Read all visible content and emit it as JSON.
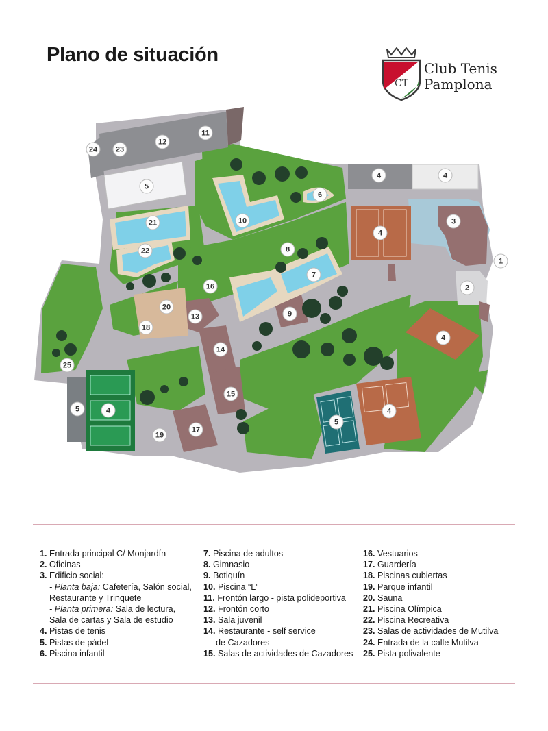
{
  "title": "Plano de situación",
  "logo": {
    "name_line1": "Club Tenis",
    "name_line2": "Pamplona",
    "monogram": "CT",
    "colors": {
      "red": "#c8102e",
      "dark": "#3a3a3a",
      "green": "#2e7d32"
    }
  },
  "colors": {
    "grass": "#5aa23e",
    "path": "#b8b5bb",
    "clay": "#b86a48",
    "building": "#8d8e92",
    "pool": "#7fd0e8",
    "padel": "#1f6f74",
    "paved": "#d7b99b",
    "tree": "#23402b"
  },
  "map_markers": [
    "1",
    "2",
    "3",
    "4",
    "5",
    "6",
    "7",
    "8",
    "9",
    "10",
    "11",
    "12",
    "13",
    "14",
    "15",
    "16",
    "17",
    "18",
    "19",
    "20",
    "21",
    "22",
    "23",
    "24",
    "25"
  ],
  "legend": {
    "col1": {
      "i1": {
        "num": "1.",
        "label": "Entrada principal C/ Monjardín"
      },
      "i2": {
        "num": "2.",
        "label": "Oficinas"
      },
      "i3": {
        "num": "3.",
        "label": "Edificio social:",
        "baja_label": "- Planta baja:",
        "baja_text": " Cafetería, Salón social,",
        "baja_cont": "Restaurante y Trinquete",
        "primera_label": "- Planta primera:",
        "primera_text": " Sala de lectura,",
        "primera_cont": "Sala de cartas y Sala de estudio"
      },
      "i4": {
        "num": "4.",
        "label": "Pistas de tenis"
      },
      "i5": {
        "num": "5.",
        "label": "Pistas de pádel"
      },
      "i6": {
        "num": "6.",
        "label": "Piscina infantil"
      }
    },
    "col2": {
      "i7": {
        "num": "7.",
        "label": "Piscina de adultos"
      },
      "i8": {
        "num": "8.",
        "label": "Gimnasio"
      },
      "i9": {
        "num": "9.",
        "label": "Botiquín"
      },
      "i10": {
        "num": "10.",
        "label": "Piscina “L”"
      },
      "i11": {
        "num": "11.",
        "label": "Frontón largo - pista polideportiva"
      },
      "i12": {
        "num": "12.",
        "label": "Frontón corto"
      },
      "i13": {
        "num": "13.",
        "label": "Sala juvenil"
      },
      "i14": {
        "num": "14.",
        "label": "Restaurante - self service",
        "cont": "de Cazadores"
      },
      "i15": {
        "num": "15.",
        "label": "Salas de actividades de Cazadores"
      }
    },
    "col3": {
      "i16": {
        "num": "16.",
        "label": "Vestuarios"
      },
      "i17": {
        "num": "17.",
        "label": "Guardería"
      },
      "i18": {
        "num": "18.",
        "label": "Piscinas cubiertas"
      },
      "i19": {
        "num": "19.",
        "label": "Parque infantil"
      },
      "i20": {
        "num": "20.",
        "label": "Sauna"
      },
      "i21": {
        "num": "21.",
        "label": "Piscina Olímpica"
      },
      "i22": {
        "num": "22.",
        "label": "Piscina Recreativa"
      },
      "i23": {
        "num": "23.",
        "label": "Salas de actividades de Mutilva"
      },
      "i24": {
        "num": "24.",
        "label": "Entrada de la calle Mutilva"
      },
      "i25": {
        "num": "25.",
        "label": "Pista polivalente"
      }
    }
  }
}
